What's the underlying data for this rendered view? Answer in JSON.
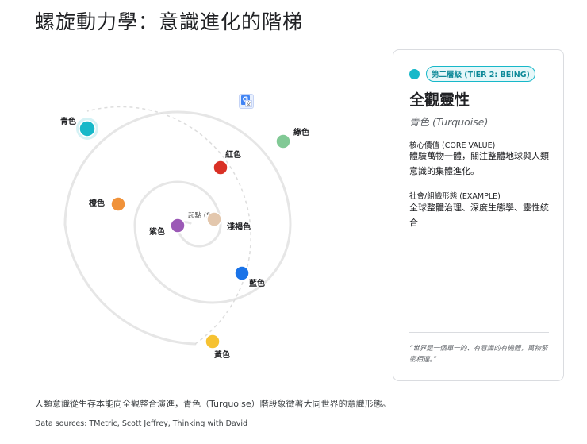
{
  "title": "螺旋動力學：意識進化的階梯",
  "diagram": {
    "center_label": "起點 (S",
    "nodes": [
      {
        "key": "beige",
        "label": "淺褐色",
        "color": "#e3c7ad"
      },
      {
        "key": "purple",
        "label": "紫色",
        "color": "#9b59b6"
      },
      {
        "key": "red",
        "label": "紅色",
        "color": "#d93025"
      },
      {
        "key": "blue",
        "label": "藍色",
        "color": "#1a73e8"
      },
      {
        "key": "orange",
        "label": "橙色",
        "color": "#f0923a"
      },
      {
        "key": "green",
        "label": "綠色",
        "color": "#81c995"
      },
      {
        "key": "yellow",
        "label": "黃色",
        "color": "#f6c232"
      },
      {
        "key": "turquoise",
        "label": "青色",
        "color": "#17b8c9"
      }
    ],
    "translate_icon": {
      "name": "google-translate-icon",
      "glyph_a": "G",
      "glyph_b": "文"
    }
  },
  "card": {
    "tier_badge": "第二層級 (TIER 2: BEING)",
    "tier_color": "#17b8c9",
    "title": "全觀靈性",
    "subtitle": "青色 (Turquoise)",
    "core_value_label": "核心價值 (CORE VALUE)",
    "core_value_text": "體驗萬物一體，關注整體地球與人類意識的集體進化。",
    "example_label": "社會/組織形態 (EXAMPLE)",
    "example_text": "全球整體治理、深度生態學、靈性統合",
    "quote": "“世界是一個單一的、有意識的有機體，萬物緊密相連。”"
  },
  "caption": "人類意識從生存本能向全觀整合演進，青色（Turquoise）階段象徵著大同世界的意識形態。",
  "sources": {
    "prefix": "Data sources: ",
    "links": [
      "TMetric",
      "Scott Jeffrey",
      "Thinking with David"
    ]
  }
}
